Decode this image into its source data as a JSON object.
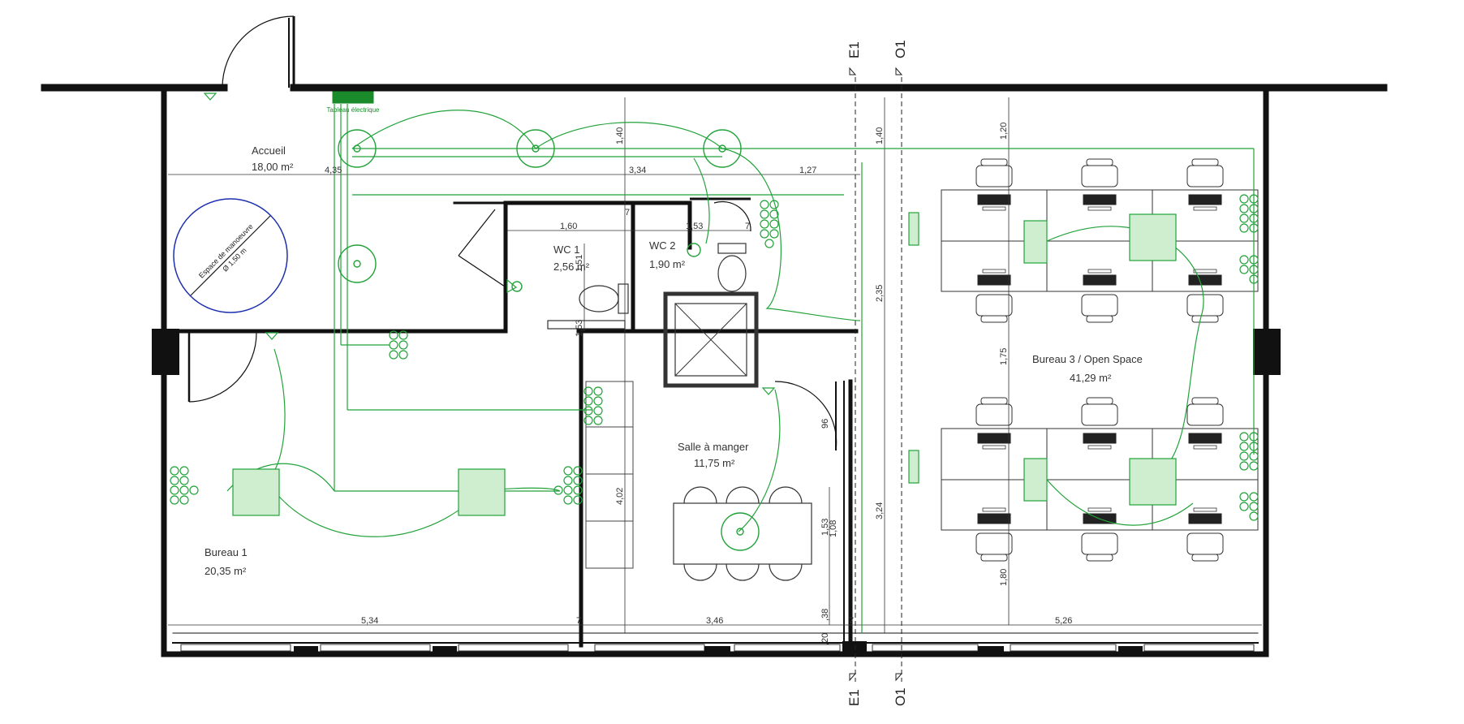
{
  "rooms": {
    "accueil": {
      "name": "Accueil",
      "area": "18,00 m²"
    },
    "wc1": {
      "name": "WC 1",
      "area": "2,56 m²"
    },
    "wc2": {
      "name": "WC 2",
      "area": "1,90 m²"
    },
    "salle": {
      "name": "Salle à manger",
      "area": "11,75 m²"
    },
    "bureau1": {
      "name": "Bureau 1",
      "area": "20,35 m²"
    },
    "bureau3": {
      "name": "Bureau 3 / Open Space",
      "area": "41,29 m²"
    }
  },
  "turning_circle": {
    "line1": "Espace de manoeuvre",
    "line2": "Ø 1,50 m"
  },
  "panel_label": "Tableau électrique",
  "sections": {
    "e1": "E1",
    "o1": "O1"
  },
  "dimensions": {
    "top_row": [
      "4,35",
      "3,34",
      "1,27"
    ],
    "wc_row": [
      "1,60",
      "1,53"
    ],
    "bottom_row": [
      "5,34",
      "3,46",
      "5,26"
    ],
    "wall_7": "7",
    "verticals": [
      "1,40",
      "1,40",
      "1,20",
      "2,35",
      "1,75",
      "1,80",
      "4,02",
      "1,53",
      "1,08",
      "3,24",
      "96",
      ",38",
      ",20",
      "1,51",
      "1,53"
    ]
  }
}
